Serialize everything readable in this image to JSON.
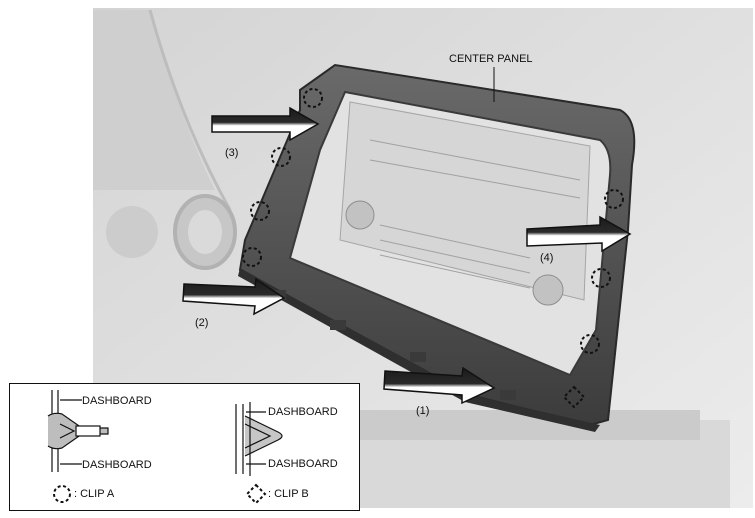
{
  "labels": {
    "center_panel": "CENTER PANEL",
    "step1": "(1)",
    "step2": "(2)",
    "step3": "(3)",
    "step4": "(4)"
  },
  "legend": {
    "dashboard_a_top": "DASHBOARD",
    "dashboard_a_bottom": "DASHBOARD",
    "dashboard_b_top": "DASHBOARD",
    "dashboard_b_bottom": "DASHBOARD",
    "clip_a": ": CLIP A",
    "clip_b": ": CLIP B"
  },
  "colors": {
    "background_photo": "#e6e6e6",
    "panel_frame": "#5a5a5a",
    "arrow_fill": "#ffffff",
    "arrow_dark": "#1a1a1a"
  }
}
